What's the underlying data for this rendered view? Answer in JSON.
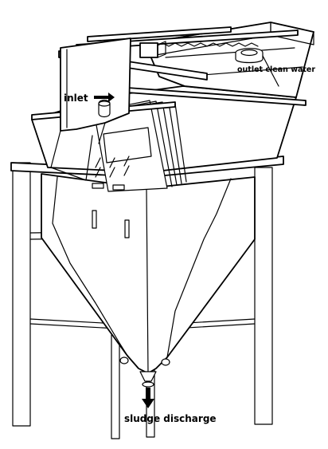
{
  "labels": {
    "inlet": "inlet",
    "outlet": "outlet clean water",
    "sludge": "sludge discharge"
  },
  "icons": {
    "inlet_arrow": "inlet-arrow-icon",
    "sludge_arrow": "down-arrow-icon"
  },
  "colors": {
    "ink": "#000000",
    "background": "#ffffff"
  }
}
